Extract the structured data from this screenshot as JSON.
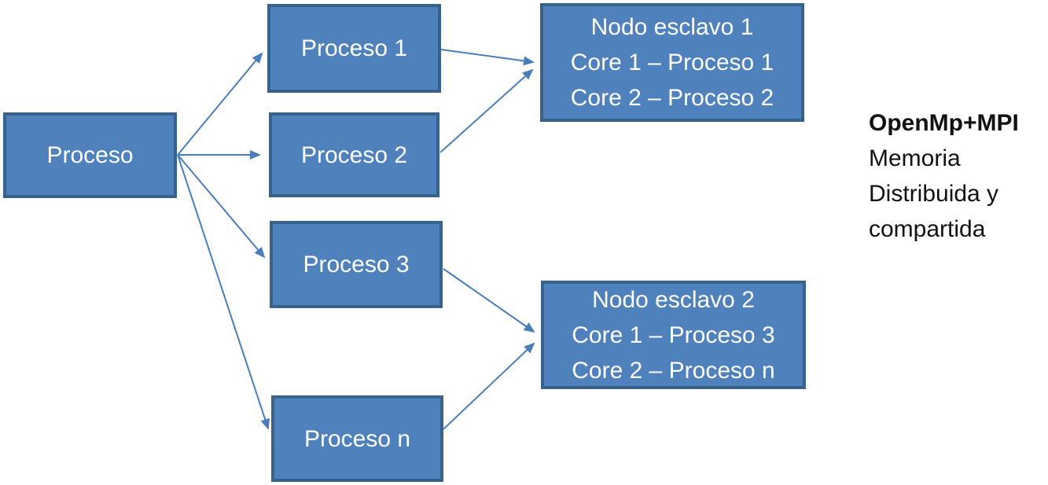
{
  "diagram": {
    "nodes": {
      "proceso": {
        "label": "Proceso"
      },
      "proceso1": {
        "label": "Proceso 1"
      },
      "proceso2": {
        "label": "Proceso 2"
      },
      "proceso3": {
        "label": "Proceso 3"
      },
      "proceso_n": {
        "label": "Proceso n"
      },
      "nodo1": {
        "line1": "Nodo esclavo 1",
        "line2": "Core 1 – Proceso 1",
        "line3": "Core 2 – Proceso 2"
      },
      "nodo2": {
        "line1": "Nodo esclavo 2",
        "line2": "Core 1 – Proceso 3",
        "line3": "Core 2 – Proceso n"
      }
    },
    "edges": [
      {
        "from": "Proceso",
        "to": "Proceso 1"
      },
      {
        "from": "Proceso",
        "to": "Proceso 2"
      },
      {
        "from": "Proceso",
        "to": "Proceso 3"
      },
      {
        "from": "Proceso",
        "to": "Proceso n"
      },
      {
        "from": "Proceso 1",
        "to": "Nodo esclavo 1"
      },
      {
        "from": "Proceso 2",
        "to": "Nodo esclavo 1"
      },
      {
        "from": "Proceso 3",
        "to": "Nodo esclavo 2"
      },
      {
        "from": "Proceso n",
        "to": "Nodo esclavo 2"
      }
    ],
    "annotation": {
      "title": "OpenMp+MPI",
      "line2": "Memoria",
      "line3": "Distribuida y",
      "line4": "compartida"
    },
    "colors": {
      "node_fill": "#4f81bd",
      "node_border": "#38618c",
      "node_text": "#ffffff",
      "arrow": "#4a7ebb",
      "annotation_text": "#111111",
      "background": "#ffffff"
    }
  }
}
